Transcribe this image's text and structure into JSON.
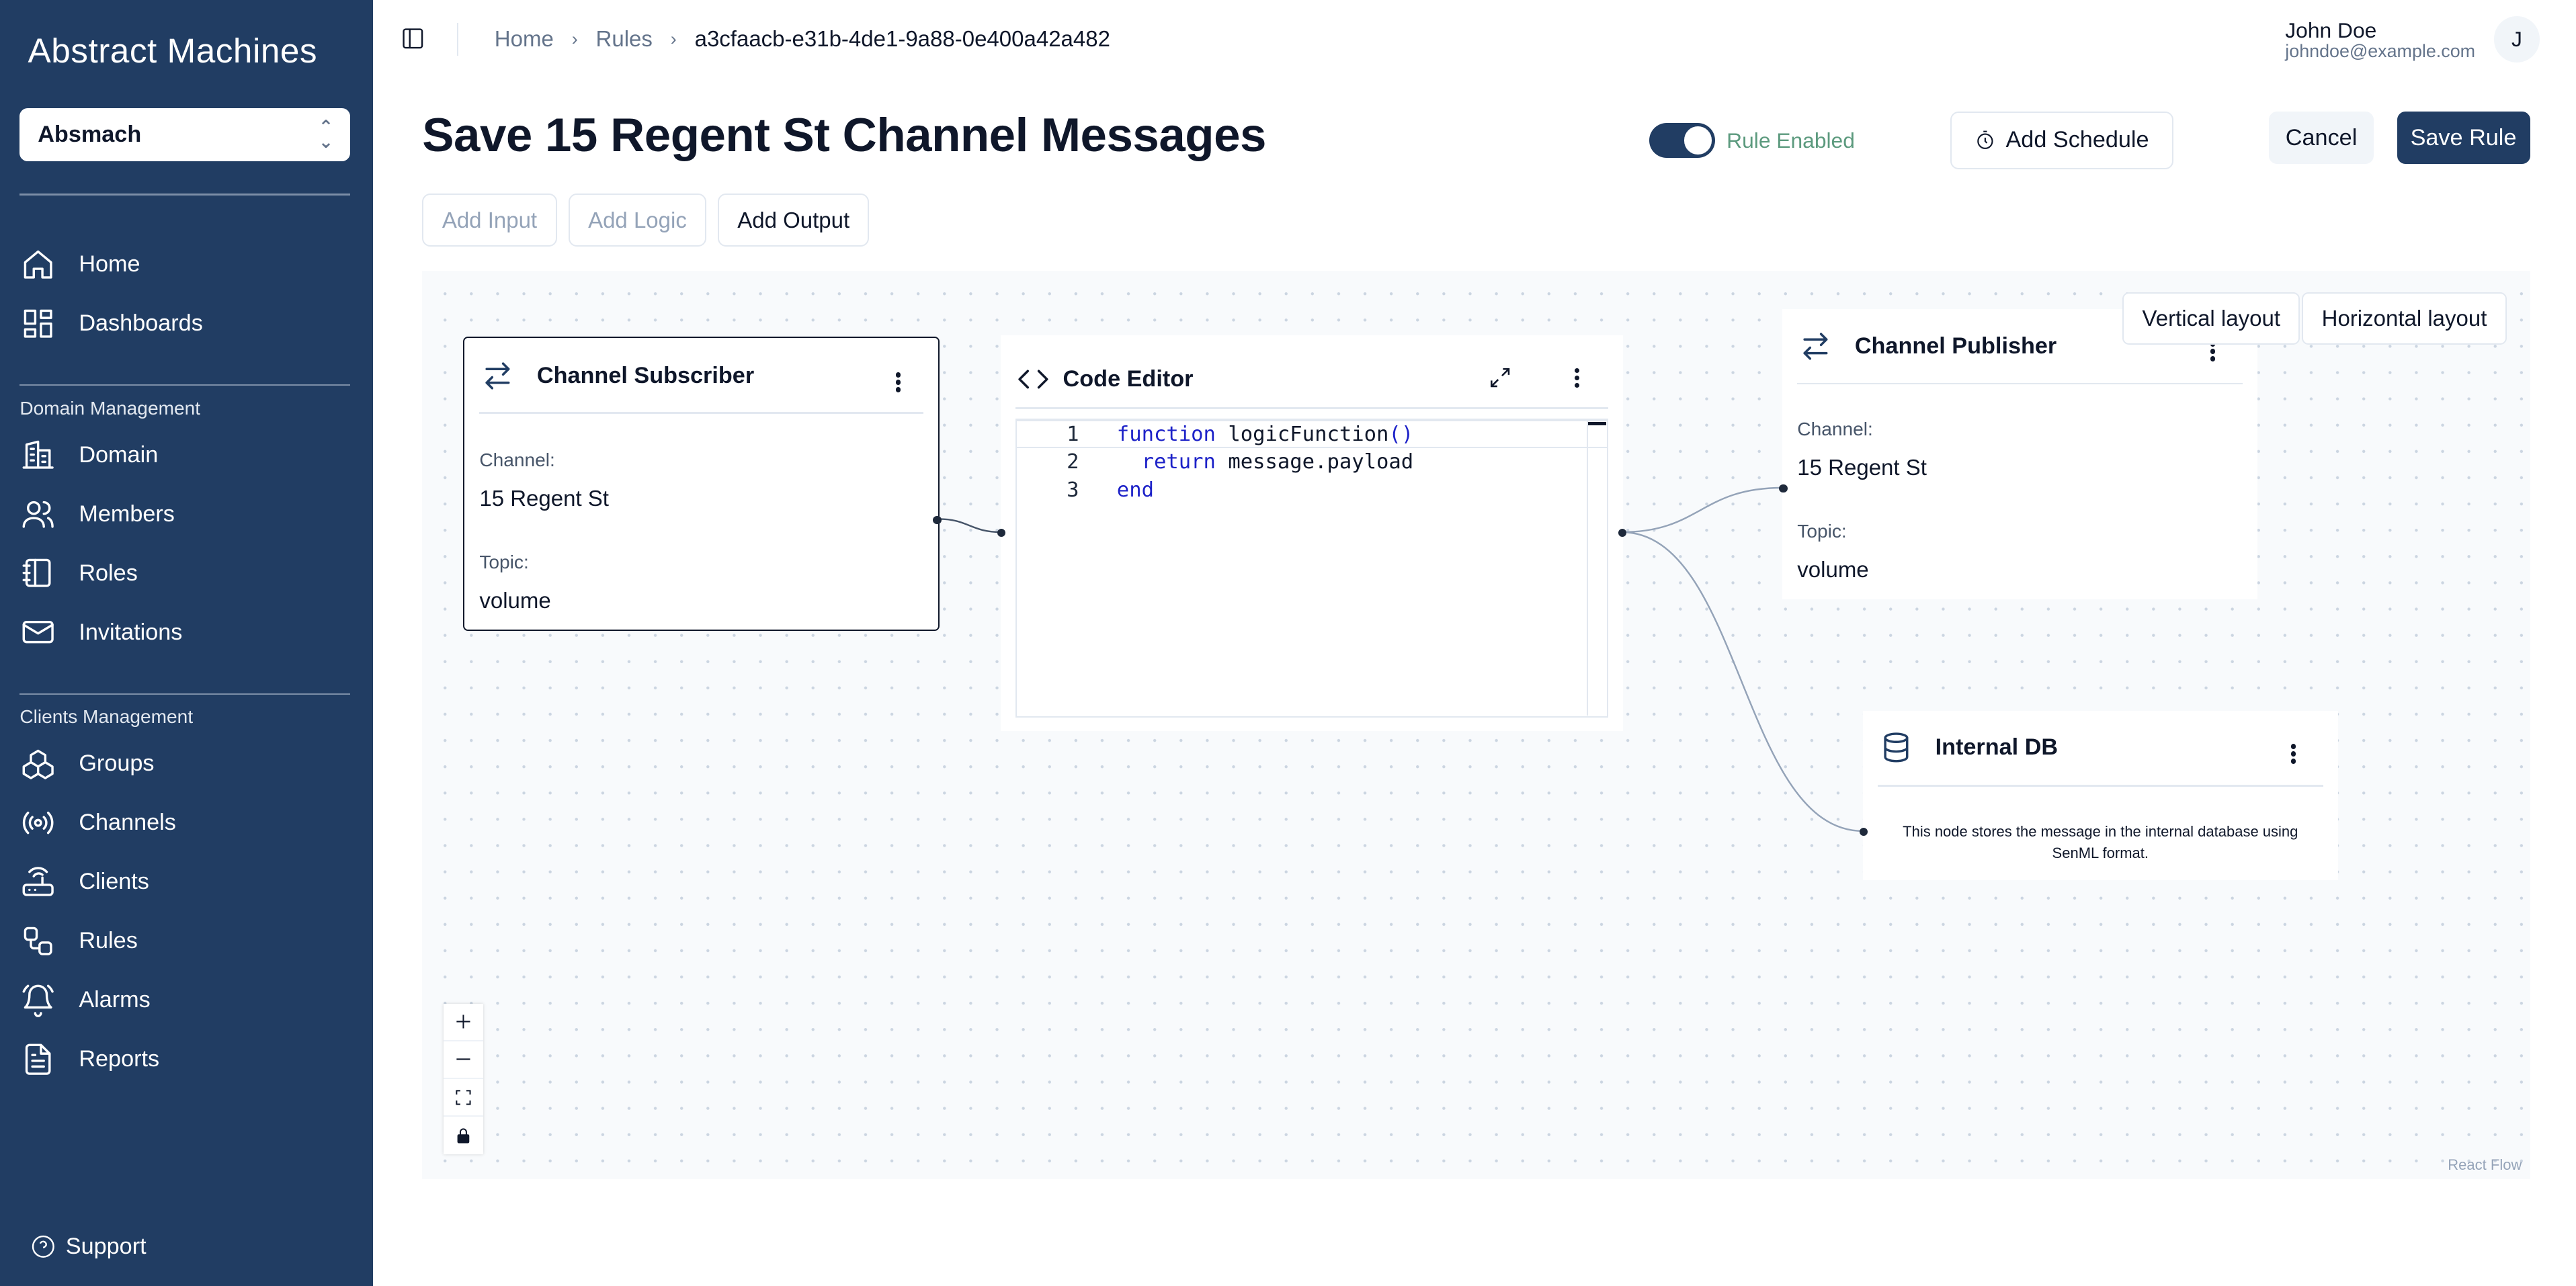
{
  "sidebar": {
    "logo": "Abstract Machines",
    "org_select": {
      "value": "Absmach"
    },
    "nav_main": [
      {
        "label": "Home",
        "icon": "home-icon"
      },
      {
        "label": "Dashboards",
        "icon": "dashboard-icon"
      }
    ],
    "domain_section": "Domain Management",
    "nav_domain": [
      {
        "label": "Domain",
        "icon": "building-icon"
      },
      {
        "label": "Members",
        "icon": "users-icon"
      },
      {
        "label": "Roles",
        "icon": "book-icon"
      },
      {
        "label": "Invitations",
        "icon": "mail-icon"
      }
    ],
    "clients_section": "Clients Management",
    "nav_clients": [
      {
        "label": "Groups",
        "icon": "groups-icon"
      },
      {
        "label": "Channels",
        "icon": "broadcast-icon"
      },
      {
        "label": "Clients",
        "icon": "router-icon"
      },
      {
        "label": "Rules",
        "icon": "workflow-icon"
      },
      {
        "label": "Alarms",
        "icon": "bell-icon"
      },
      {
        "label": "Reports",
        "icon": "report-icon"
      }
    ],
    "support": "Support"
  },
  "header": {
    "breadcrumb": [
      "Home",
      "Rules",
      "a3cfaacb-e31b-4de1-9a88-0e400a42a482"
    ],
    "user": {
      "name": "John Doe",
      "email": "johndoe@example.com",
      "initial": "J"
    }
  },
  "page": {
    "title": "Save 15 Regent St Channel Messages",
    "rule_enabled": {
      "label": "Rule Enabled",
      "on": true
    },
    "add_schedule": "Add Schedule",
    "cancel": "Cancel",
    "save": "Save Rule",
    "add_input": "Add Input",
    "add_logic": "Add Logic",
    "add_output": "Add Output"
  },
  "canvas": {
    "vertical_layout": "Vertical layout",
    "horizontal_layout": "Horizontal layout",
    "attribution": "React Flow",
    "nodes": {
      "subscriber": {
        "title": "Channel Subscriber",
        "channel_label": "Channel:",
        "channel": "15 Regent St",
        "topic_label": "Topic:",
        "topic": "volume"
      },
      "code_editor": {
        "title": "Code Editor",
        "lines": [
          {
            "n": "1",
            "kw1": "function",
            "rest": " logicFunction",
            "kw2": "()"
          },
          {
            "n": "2",
            "kw1": "  return",
            "rest": " message.payload",
            "kw2": ""
          },
          {
            "n": "3",
            "kw1": "end",
            "rest": "",
            "kw2": ""
          }
        ]
      },
      "publisher": {
        "title": "Channel Publisher",
        "channel_label": "Channel:",
        "channel": "15 Regent St",
        "topic_label": "Topic:",
        "topic": "volume"
      },
      "internal_db": {
        "title": "Internal DB",
        "description": "This node stores the message in the internal database using SenML format."
      }
    }
  },
  "colors": {
    "sidebar_bg": "#213d63",
    "primary": "#213d63",
    "enabled_text": "#5c9a7e",
    "keyword": "#1d22c8"
  }
}
